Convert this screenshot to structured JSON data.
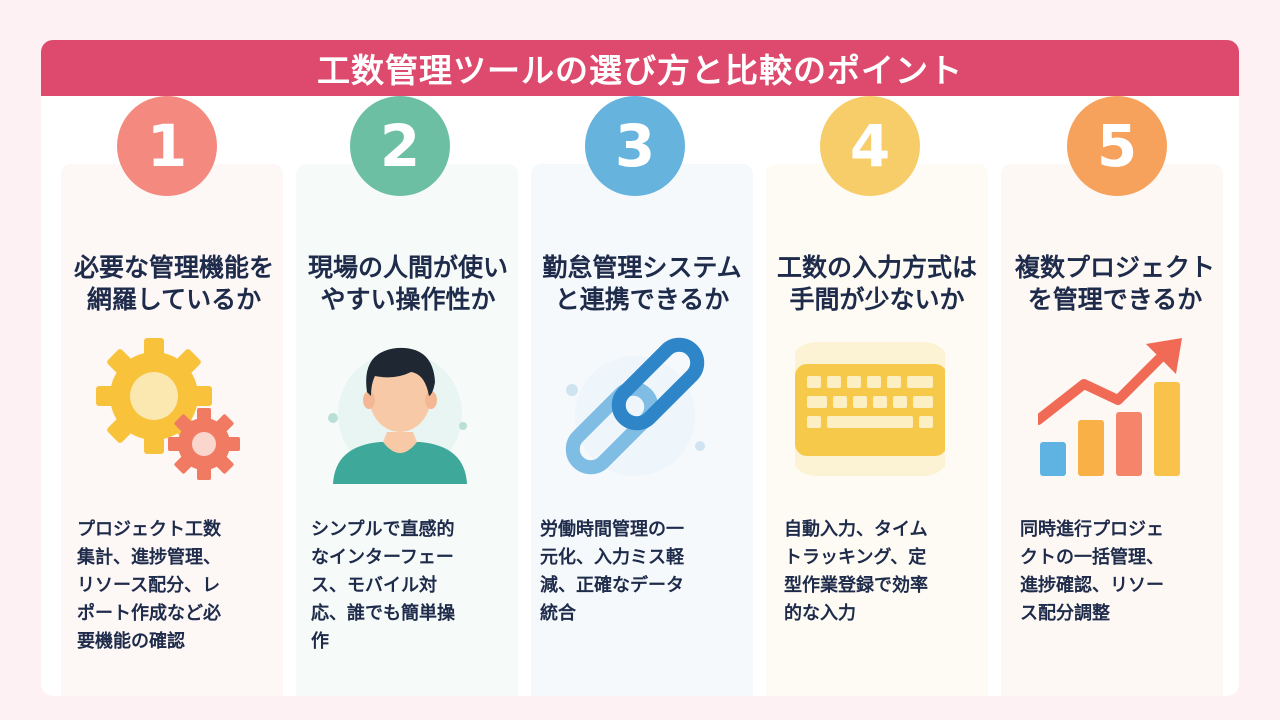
{
  "title": "工数管理ツールの選び方と比較のポイント",
  "colors": {
    "banner": "#de4a6d",
    "text": "#1e2b4a",
    "step_colors": [
      "#f48a7f",
      "#6dbfa4",
      "#66b3de",
      "#f7cd6a",
      "#f7a25c"
    ]
  },
  "steps": [
    {
      "number": "1",
      "title_lines": [
        "必要な管理機能を",
        "網羅しているか"
      ],
      "desc_lines": [
        "プロジェクト工数",
        "集計、進捗管理、",
        "リソース配分、レ",
        "ポート作成など必",
        "要機能の確認"
      ],
      "icon": "gears-icon"
    },
    {
      "number": "2",
      "title_lines": [
        "現場の人間が使い",
        "やすい操作性か"
      ],
      "desc_lines": [
        "シンプルで直感的",
        "なインターフェー",
        "ス、モバイル対",
        "応、誰でも簡単操",
        "作"
      ],
      "icon": "person-icon"
    },
    {
      "number": "3",
      "title_lines": [
        "勤怠管理システム",
        "と連携できるか"
      ],
      "desc_lines": [
        "労働時間管理の一",
        "元化、入力ミス軽",
        "減、正確なデータ",
        "統合"
      ],
      "icon": "chain-link-icon"
    },
    {
      "number": "4",
      "title_lines": [
        "工数の入力方式は",
        "手間が少ないか"
      ],
      "desc_lines": [
        "自動入力、タイム",
        "トラッキング、定",
        "型作業登録で効率",
        "的な入力"
      ],
      "icon": "keyboard-icon"
    },
    {
      "number": "5",
      "title_lines": [
        "複数プロジェクト",
        "を管理できるか"
      ],
      "desc_lines": [
        "同時進行プロジェ",
        "クトの一括管理、",
        "進捗確認、リソー",
        "ス配分調整"
      ],
      "icon": "growth-chart-icon"
    }
  ]
}
